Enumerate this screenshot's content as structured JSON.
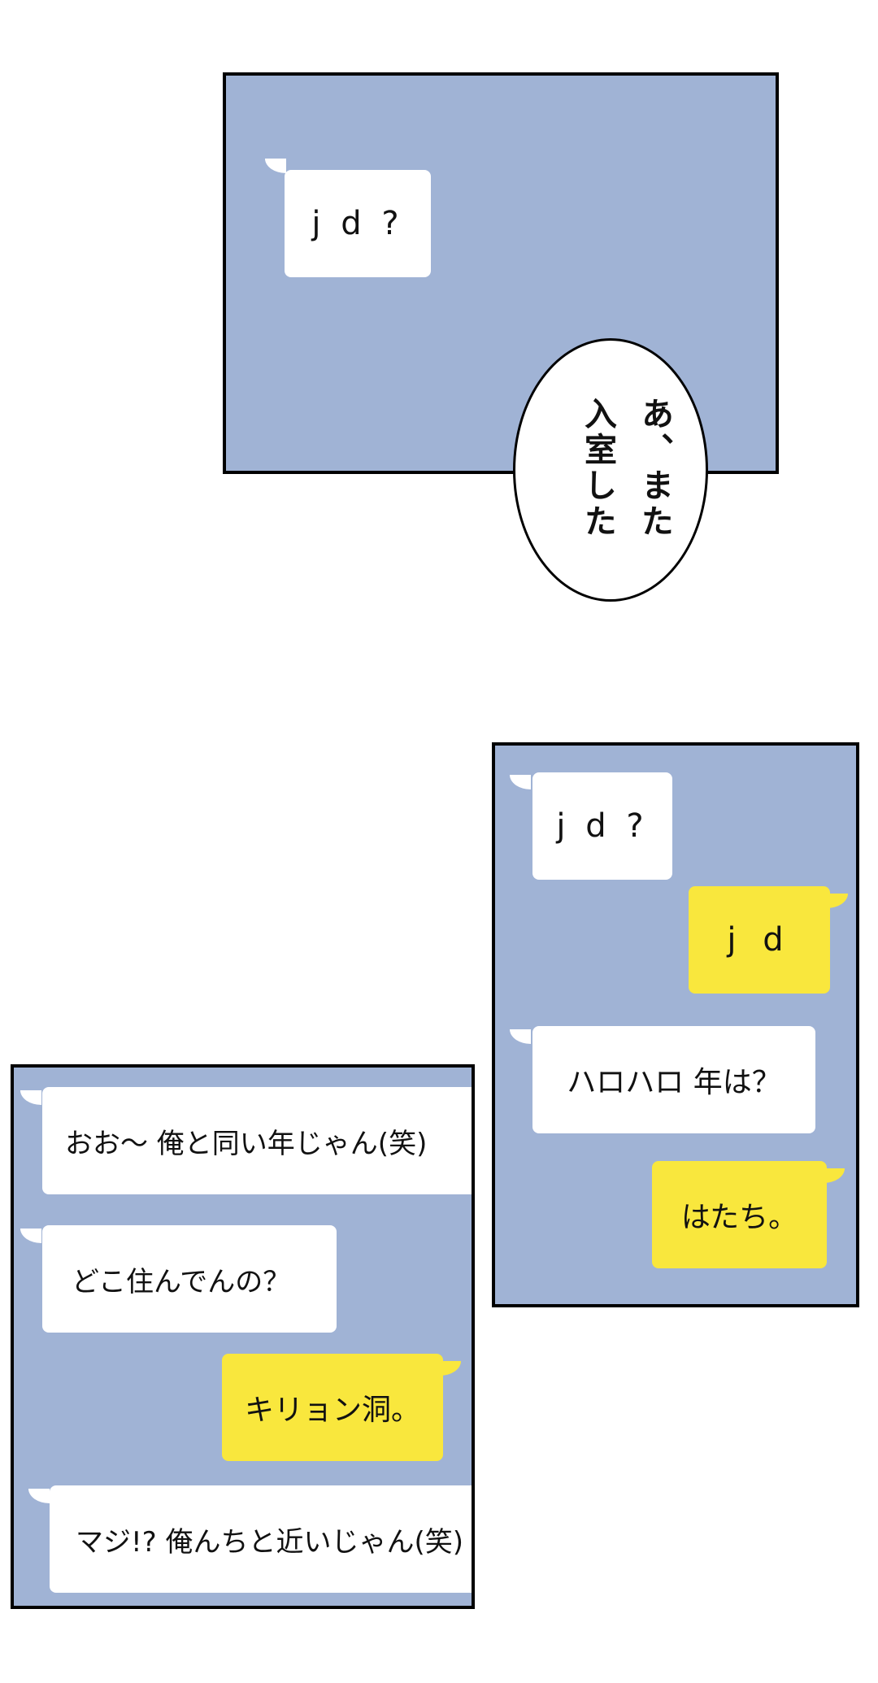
{
  "colors": {
    "panel_bg": "#a0b3d5",
    "panel_border": "#000000",
    "received_bubble": "#ffffff",
    "sent_bubble": "#f9e73d",
    "page_bg": "#ffffff"
  },
  "panel1": {
    "messages": [
      {
        "side": "received",
        "text": "j d ?"
      }
    ],
    "speech": "あ、また入室した"
  },
  "panel2": {
    "messages": [
      {
        "side": "received",
        "text": "j d ?"
      },
      {
        "side": "sent",
        "text": "j d"
      },
      {
        "side": "received",
        "text": "ハロハロ 年は？"
      },
      {
        "side": "sent",
        "text": "はたち。"
      }
    ]
  },
  "panel3": {
    "messages": [
      {
        "side": "received",
        "text": "おお〜 俺と同い年じゃん(笑)"
      },
      {
        "side": "received",
        "text": "どこ住んでんの？"
      },
      {
        "side": "sent",
        "text": "キリョン洞。"
      },
      {
        "side": "received",
        "text": "マジ!? 俺んちと近いじゃん(笑)"
      }
    ]
  }
}
